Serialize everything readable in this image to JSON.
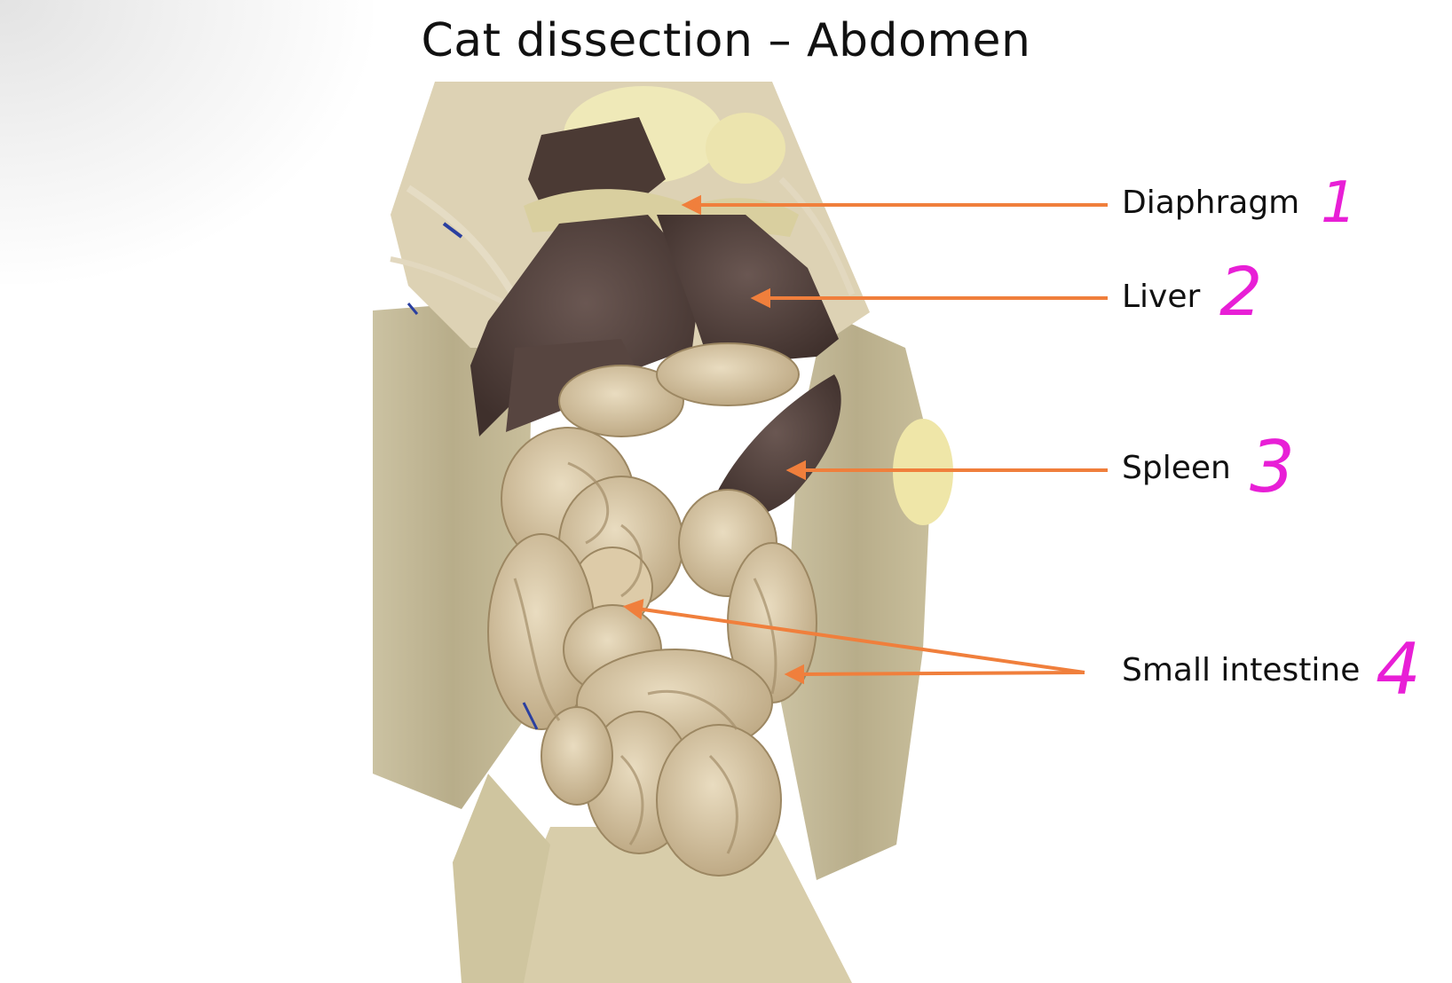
{
  "title": "Cat dissection – Abdomen",
  "labels": [
    {
      "name": "diaphragm",
      "text": "Diaphragm",
      "number": "1"
    },
    {
      "name": "liver",
      "text": "Liver",
      "number": "2"
    },
    {
      "name": "spleen",
      "text": "Spleen",
      "number": "3"
    },
    {
      "name": "small-intestine",
      "text": "Small intestine",
      "number": "4"
    }
  ],
  "colors": {
    "arrow": "#f07f3c",
    "handwriting": "#e81fd6",
    "text": "#111111"
  }
}
